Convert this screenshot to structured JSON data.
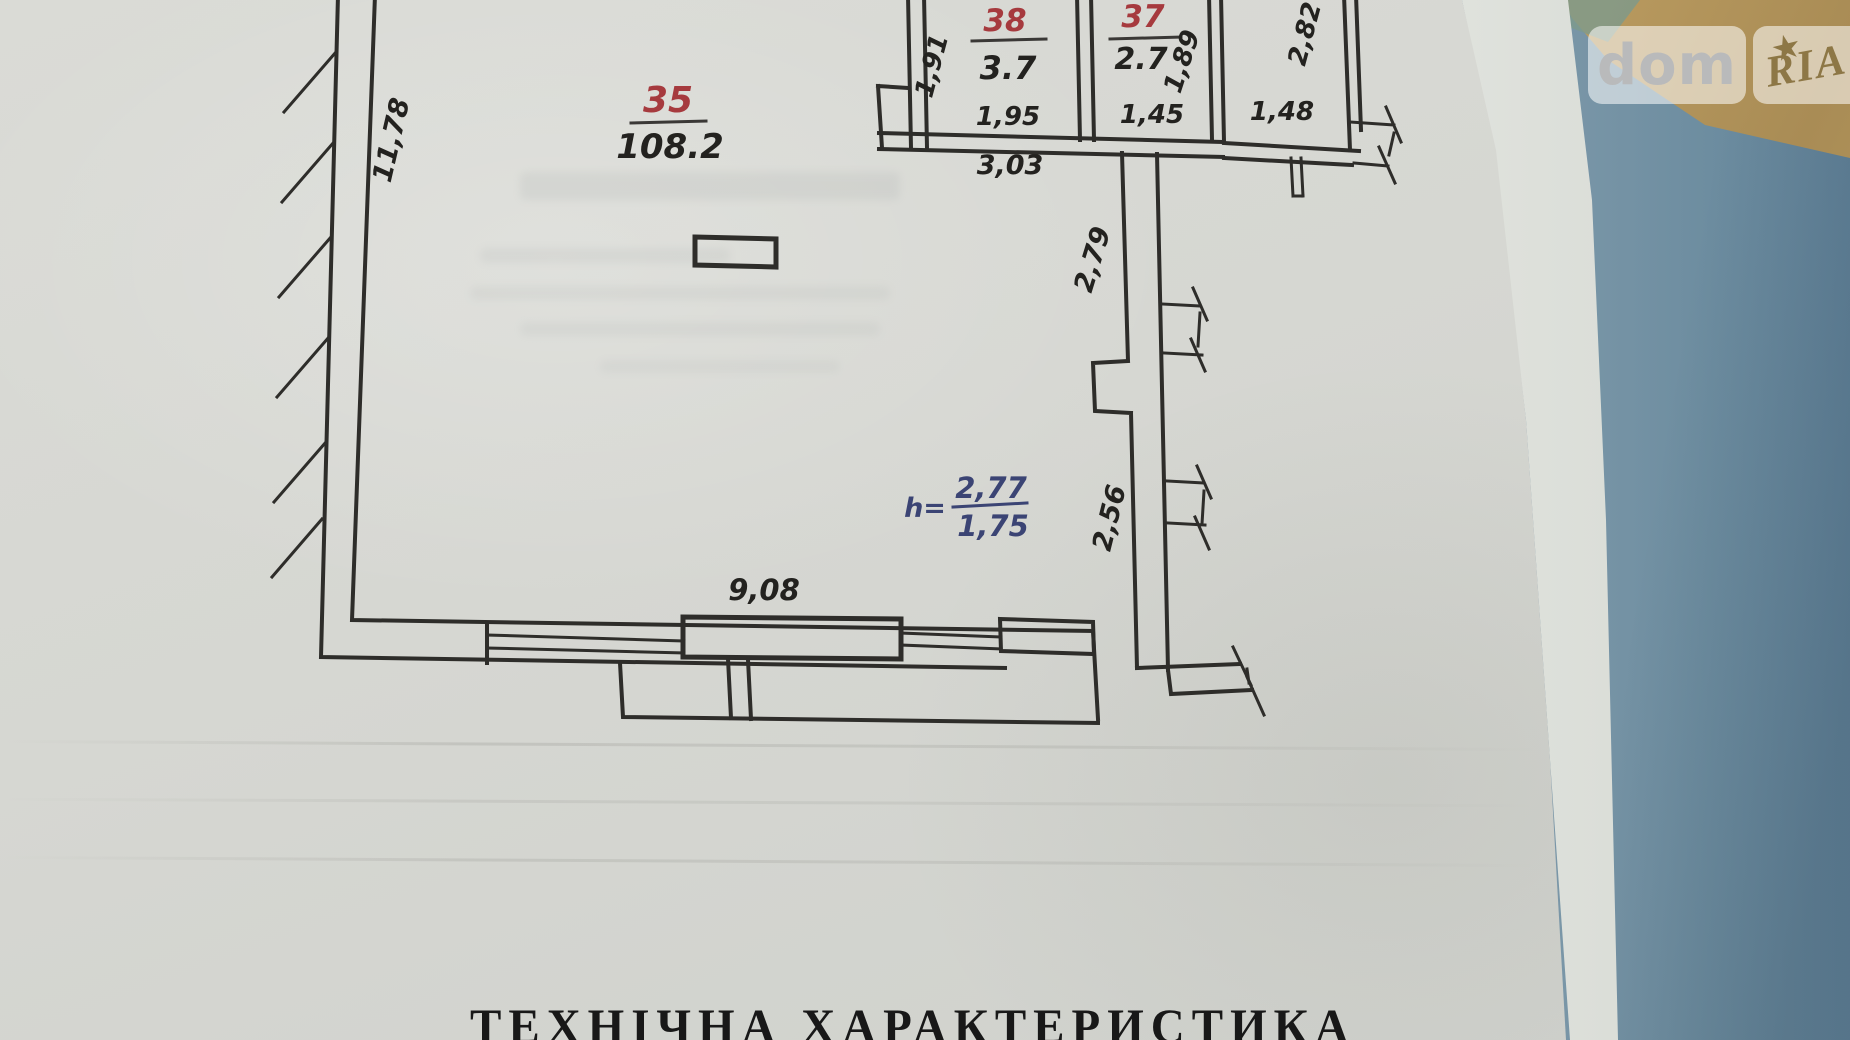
{
  "plan": {
    "rooms": [
      {
        "number": "35",
        "area": "108.2"
      },
      {
        "number": "38",
        "area": "3.7",
        "width": "1,95",
        "depth": "1,91"
      },
      {
        "number": "37",
        "area": "2.7",
        "width": "1,45",
        "depth": "1,89"
      },
      {
        "number": "",
        "area": "",
        "width": "1,48",
        "depth": "2,82"
      }
    ],
    "dimensions": {
      "left_wall": "11,78",
      "hall_opening": "3,03",
      "corridor_upper": "2,79",
      "corridor_lower": "2,56",
      "bottom_wall": "9,08"
    },
    "ceiling_height": {
      "prefix": "h=",
      "upper": "2,77",
      "lower": "1,75"
    }
  },
  "document": {
    "title_partial": "ТЕХНІЧНА ХАРАКТЕРИСТИКА"
  },
  "watermark": {
    "left": "dom",
    "right": "RIA",
    "star": "★"
  },
  "colors": {
    "paper": "#d6d7d2",
    "plan_line": "#2e2d2a",
    "room_number_red": "#a63a3e",
    "height_note_blue": "#3b4474",
    "fabric_blue": "#7b97a8",
    "gold_edge": "#b3945a"
  }
}
